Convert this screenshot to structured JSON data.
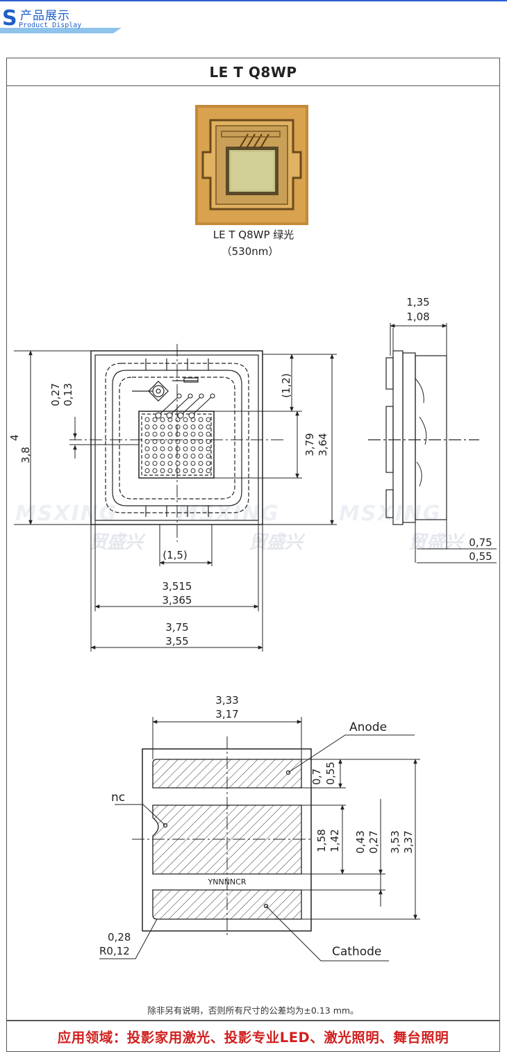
{
  "header": {
    "logo_letter": "S",
    "cn_title": "产品展示",
    "en_title": "Product Display"
  },
  "product": {
    "title": "LE T Q8WP",
    "caption_name": "LE T Q8WP 绿光",
    "caption_wavelength": "（530nm）"
  },
  "watermark": {
    "brand": "MSXING",
    "cn": "贸盛兴"
  },
  "top_view_dims": {
    "height_outer": "4",
    "height_inner": "3,8",
    "offset_upper": "0,27",
    "offset_lower": "0,13",
    "paren_12": "(1,2)",
    "chip_h1": "3,79",
    "chip_h2": "3,64",
    "paren_15": "(1,5)",
    "w_inner1": "3,515",
    "w_inner2": "3,365",
    "w_outer1": "3,75",
    "w_outer2": "3,55"
  },
  "side_view_dims": {
    "t1": "1,35",
    "t2": "1,08",
    "b1": "0,75",
    "b2": "0,55"
  },
  "bottom_view_dims": {
    "w1": "3,33",
    "w2": "3,17",
    "anode_label": "Anode",
    "nc_label": "nc",
    "cathode_label": "Cathode",
    "pad_a1": "0,7",
    "pad_a2": "0,55",
    "pad_m1": "1,58",
    "pad_m2": "1,42",
    "gap1": "0,43",
    "gap2": "0,27",
    "total1": "3,53",
    "total2": "3,37",
    "code": "YNNNNCR",
    "r1": "0,28",
    "r2": "R0,12"
  },
  "footnote": "除非另有说明，否则所有尺寸的公差均为±0.13 mm。",
  "application": "应用领域：投影家用激光、投影专业LED、激光照明、舞台照明",
  "colors": {
    "accent_blue": "#1e5fc7",
    "application_red": "#d11f1f",
    "photo_gold": "#c99a4a"
  }
}
